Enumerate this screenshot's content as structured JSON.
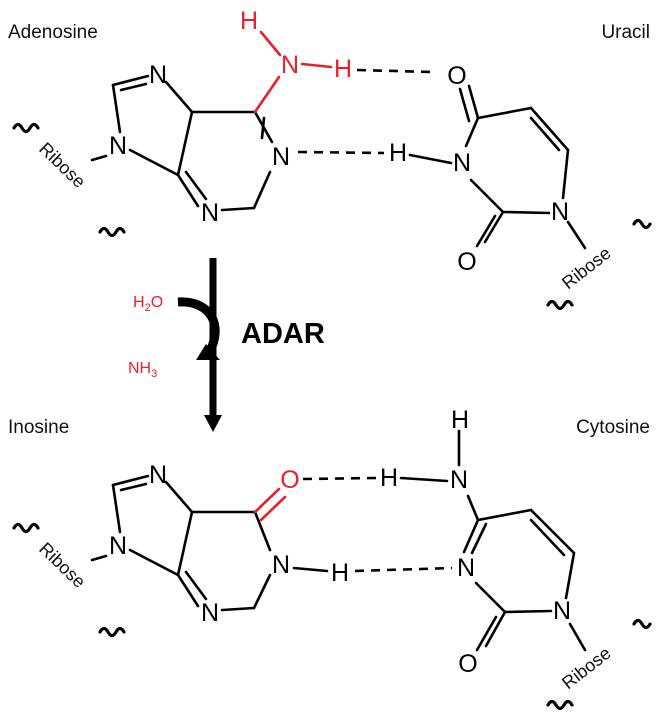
{
  "colors": {
    "highlight": "#e8202a",
    "ink": "#000000"
  },
  "labels": {
    "adenosine": "Adenosine",
    "uracil": "Uracil",
    "inosine": "Inosine",
    "cytosine": "Cytosine",
    "enzyme": "ADAR",
    "water": "H2O",
    "ammonia": "NH3",
    "ribose": "Ribose"
  },
  "atoms": {
    "N": "N",
    "H": "H",
    "O": "O"
  },
  "reaction": {
    "reactant": {
      "base": "H",
      "sub": "2",
      "tail": "O"
    },
    "product": {
      "base": "NH",
      "sub": "3"
    }
  }
}
